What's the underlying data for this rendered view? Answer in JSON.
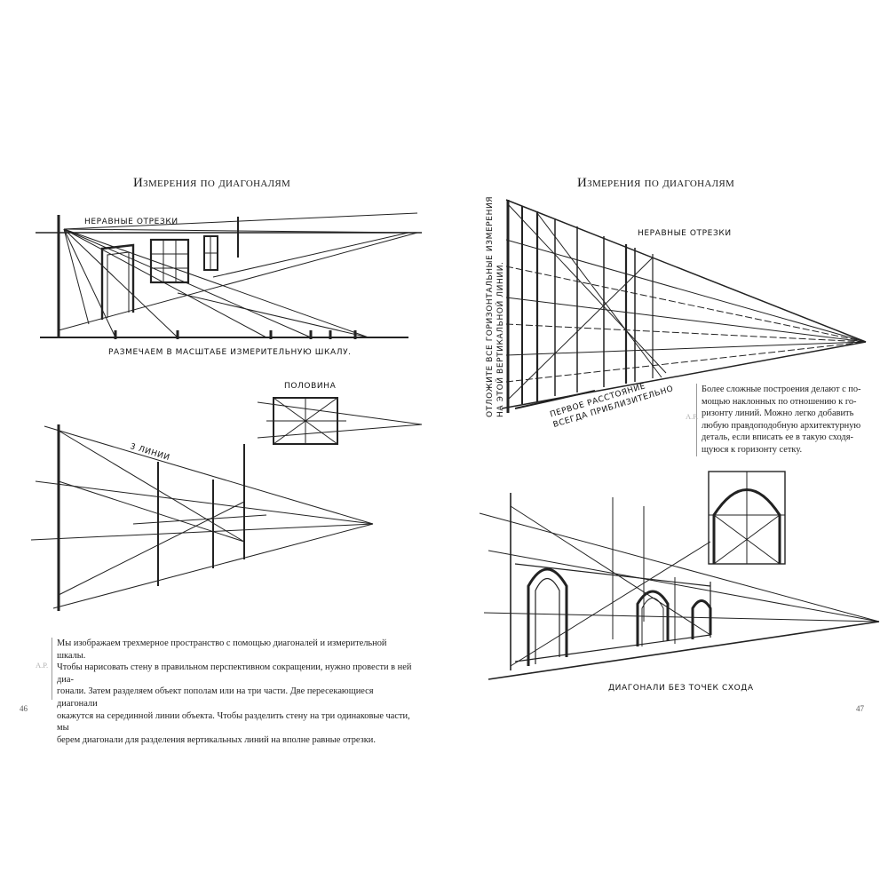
{
  "spread": {
    "left": {
      "title": "Измерения по диагоналям",
      "labels": {
        "unequal_segments": "неравные отрезки",
        "scale_caption": "размечаем в масштабе измерительную шкалу.",
        "half": "половина",
        "three_lines": "3 линии"
      },
      "author": "A.P.",
      "body": [
        "Мы изображаем трехмерное пространство с помощью диагоналей и измерительной шкалы.",
        "Чтобы нарисовать стену в правильном перспективном сокращении, нужно провести в ней диа-",
        "гонали. Затем разделяем объект пополам или на три части. Две пересекающиеся диагонали",
        "окажутся на серединной линии объекта. Чтобы разделить стену на три одинаковые части, мы",
        "берем диагонали для разделения вертикальных линий на вполне равные отрезки."
      ],
      "page_number": "46"
    },
    "right": {
      "title": "Измерения по диагоналям",
      "labels": {
        "unequal_segments": "неравные отрезки",
        "vertical_note_line1": "отложите все горизонтальные измерения",
        "vertical_note_line2": "на этой вертикальной линии.",
        "first_distance_line1": "первое расстояние",
        "first_distance_line2": "всегда приблизительно",
        "no_vanishing": "диагонали без точек схода"
      },
      "author": "A.P.",
      "body": [
        "Более сложные построения делают с по-",
        "мощью наклонных по отношению к го-",
        "ризонту линий. Можно легко добавить",
        "любую правдоподобную архитектурную",
        "деталь, если вписать ее в такую сходя-",
        "щуюся к горизонту сетку."
      ],
      "page_number": "47"
    }
  }
}
